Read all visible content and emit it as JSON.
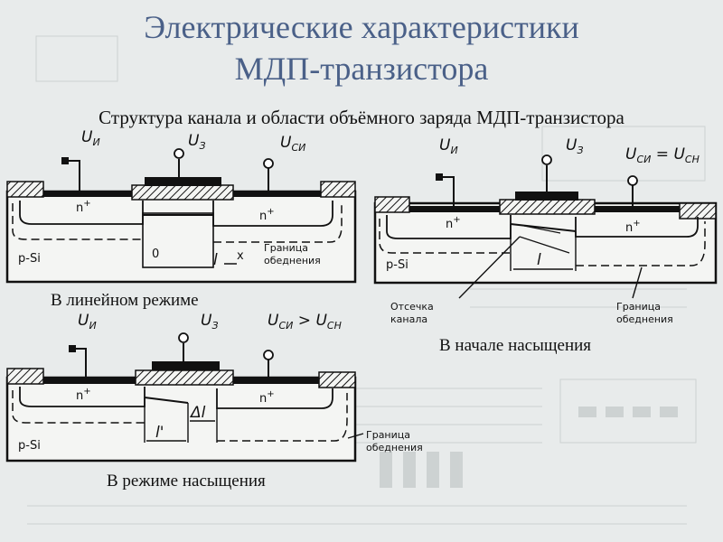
{
  "title_line1": "Электрические характеристики",
  "title_line2": "МДП-транзистора",
  "subtitle": "Структура канала и области объёмного заряда МДП-транзистора",
  "captions": {
    "linear": "В линейном режиме",
    "sat_start": "В начале насыщения",
    "saturation": "В режиме насыщения"
  },
  "labels": {
    "u_source": "U",
    "u_source_sub": "И",
    "u_gate": "U",
    "u_gate_sub": "З",
    "u_drain": "U",
    "u_drain_sub": "СИ",
    "eq_sat": "U",
    "eq_rel": "=",
    "ge_rel": ">",
    "u_sat_sub": "СН",
    "n_plus": "n",
    "plus": "+",
    "substrate": "p-Si",
    "depletion_1": "Граница",
    "depletion_2": "обеднения",
    "cutoff_1": "Отсечка",
    "cutoff_2": "канала",
    "len_l": "l",
    "len_lprime": "l'",
    "delta_l": "Δl",
    "zero": "0",
    "x_axis": "x"
  },
  "colors": {
    "title": "#4a6088",
    "background": "#e9ecec"
  }
}
